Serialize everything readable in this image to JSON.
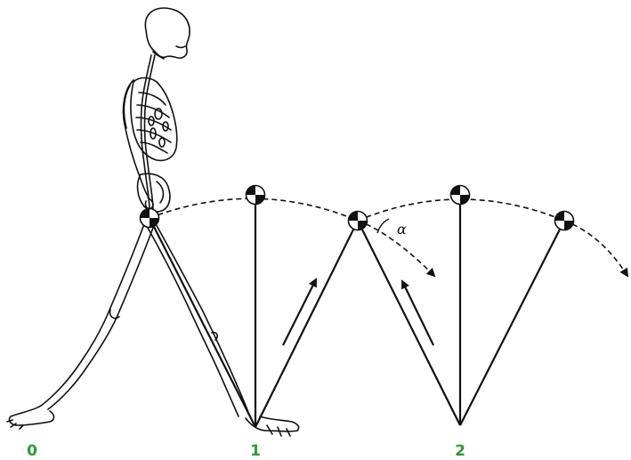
{
  "figure": {
    "step_labels": [
      "0",
      "1",
      "2"
    ],
    "step_label_color": "#2e9a3a",
    "angle_label": "α",
    "line_color": "#111111"
  },
  "icons": {
    "center_of_mass": "center-of-mass-marker-icon",
    "skeleton": "human-skeleton-icon",
    "arrow": "force-direction-arrow-icon"
  }
}
